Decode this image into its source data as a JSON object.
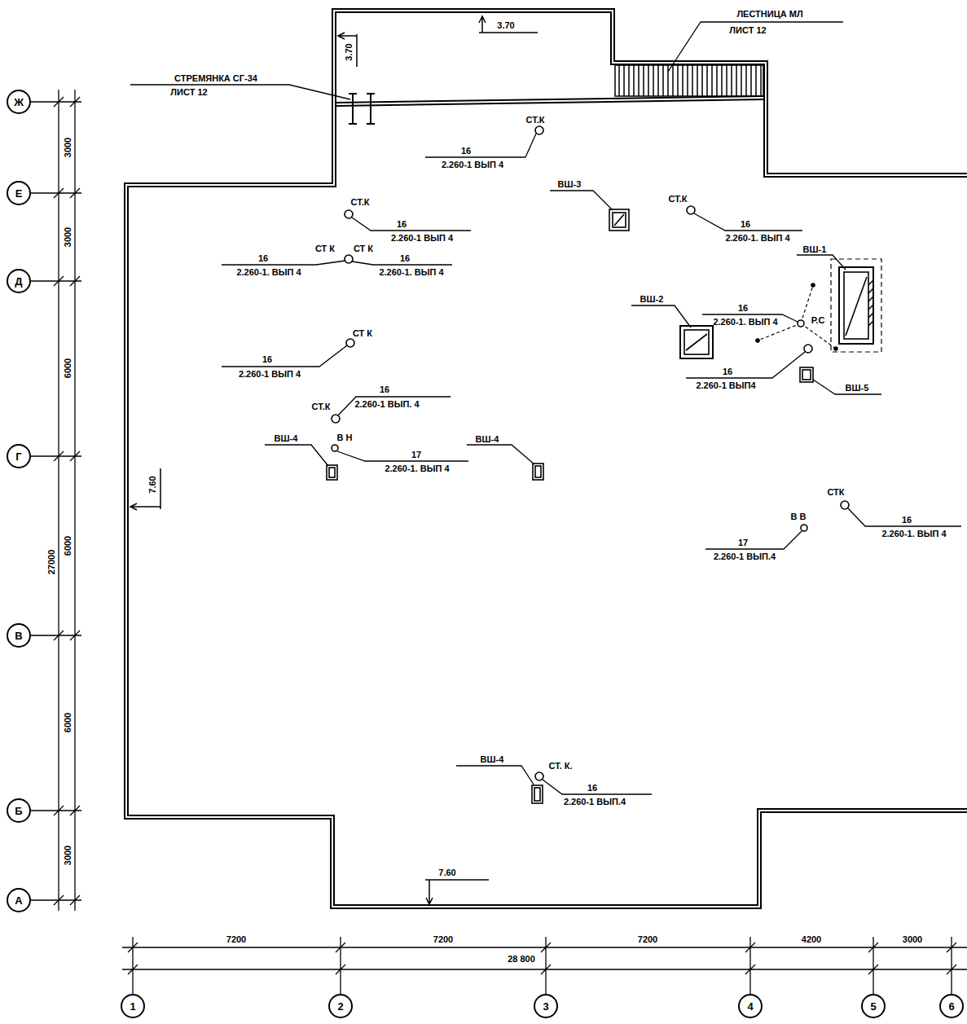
{
  "diagram": {
    "nodes": [
      {
        "text": [
          "Ж"
        ]
      },
      {
        "text": [
          "Е"
        ]
      },
      {
        "text": [
          "Д"
        ]
      },
      {
        "text": [
          "Г"
        ]
      },
      {
        "text": [
          "В"
        ]
      },
      {
        "text": [
          "Б"
        ]
      },
      {
        "text": [
          "А"
        ]
      },
      {
        "text": [
          "1"
        ]
      },
      {
        "text": [
          "2"
        ]
      },
      {
        "text": [
          "3"
        ]
      },
      {
        "text": [
          "4"
        ]
      },
      {
        "text": [
          "5"
        ]
      },
      {
        "text": [
          "6"
        ]
      }
    ],
    "labels": [
      "ЛЕСТНИЦА МЛ",
      "ЛИСТ 12",
      "СТРЕМЯНКА СГ-34",
      "ЛИСТ 12",
      "3.70",
      "3.70",
      "СТ.К",
      "16",
      "2.260-1 ВЫП 4",
      "ВШ-3",
      "СТ.К",
      "16",
      "2.260-1 ВЫП 4",
      "СТ.К",
      "16",
      "2.260-1. ВЫП 4",
      "ВШ-1",
      "СТ К",
      "СТ К",
      "16",
      "2.260-1. ВЫП 4",
      "16",
      "2.260-1. ВЫП 4",
      "ВШ-2",
      "16",
      "2.260-1. ВЫП 4",
      "Р.С",
      "СТ К",
      "16",
      "2.260-1 ВЫП 4",
      "16",
      "2.260-1 ВЫП4",
      "ВШ-5",
      "16",
      "СТ.К",
      "2.260-1 ВЫП. 4",
      "В Н",
      "ВШ-4",
      "ВШ-4",
      "17",
      "2.260-1. ВЫП 4",
      "7.60",
      "СТК",
      "В В",
      "16",
      "2.260-1. ВЫП 4",
      "17",
      "2.260-1 ВЫП.4",
      "ВШ-4",
      "СТ. К.",
      "16",
      "2.260-1 ВЫП.4",
      "7.60",
      "3000",
      "3000",
      "6000",
      "6000",
      "27000",
      "6000",
      "3000",
      "7200",
      "7200",
      "7200",
      "4200",
      "3000",
      "28 800"
    ]
  }
}
